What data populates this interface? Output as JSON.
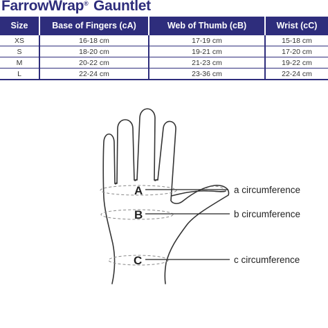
{
  "title": {
    "brand": "FarrowWrap",
    "reg_mark": "®",
    "product": "Gauntlet"
  },
  "table": {
    "headers": [
      "Size",
      "Base of Fingers (cA)",
      "Web of Thumb (cB)",
      "Wrist (cC)"
    ],
    "rows": [
      [
        "XS",
        "16-18 cm",
        "17-19 cm",
        "15-18 cm"
      ],
      [
        "S",
        "18-20 cm",
        "19-21 cm",
        "17-20 cm"
      ],
      [
        "M",
        "20-22 cm",
        "21-23 cm",
        "19-22 cm"
      ],
      [
        "L",
        "22-24 cm",
        "23-36 cm",
        "22-24 cm"
      ]
    ]
  },
  "diagram": {
    "markers": {
      "a": "A",
      "b": "B",
      "c": "C"
    },
    "labels": {
      "a": "a circumference",
      "b": "b circumference",
      "c": "c circumference"
    }
  },
  "colors": {
    "brand_navy": "#2e2d7c",
    "outline": "#333333"
  }
}
